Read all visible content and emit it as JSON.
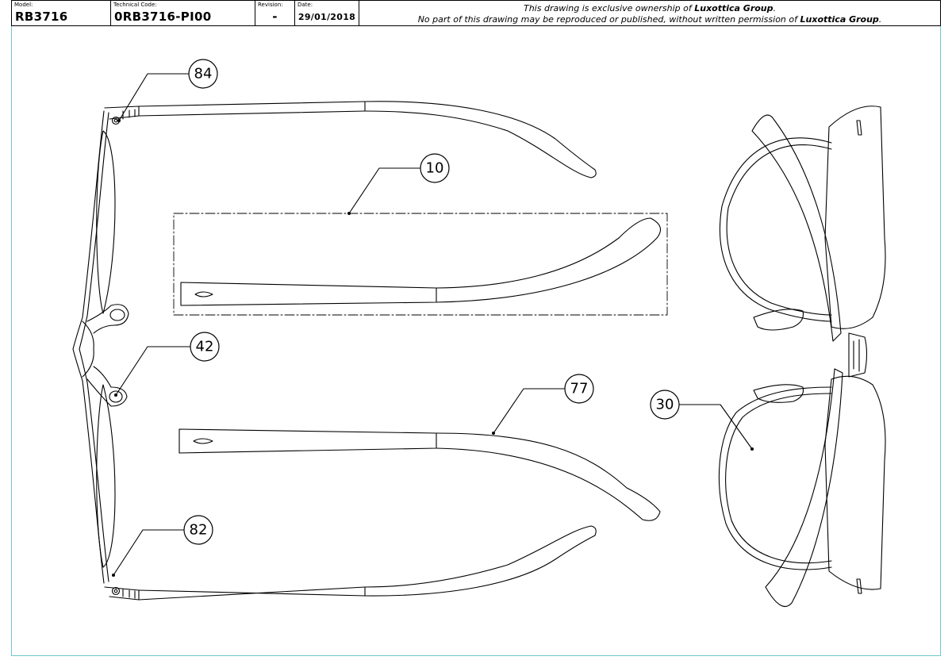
{
  "title_block": {
    "model_label": "Model:",
    "model": "RB3716",
    "code_label": "Technical Code:",
    "code": "0RB3716-PI00",
    "revision_label": "Revision:",
    "revision": "-",
    "date_label": "Date:",
    "date": "29/01/2018",
    "notice_line1_pre": "This drawing is exclusive ownership of ",
    "notice_line1_owner": "Luxottica Group",
    "notice_line1_post": ".",
    "notice_line2_pre": "No part of this drawing may be reproduced or published, without written permission of ",
    "notice_line2_owner": "Luxottica Group",
    "notice_line2_post": "."
  },
  "callouts": [
    "84",
    "10",
    "42",
    "77",
    "30",
    "82"
  ],
  "colors": {
    "line": "#000000",
    "border_accent": "#6fc7c9"
  }
}
